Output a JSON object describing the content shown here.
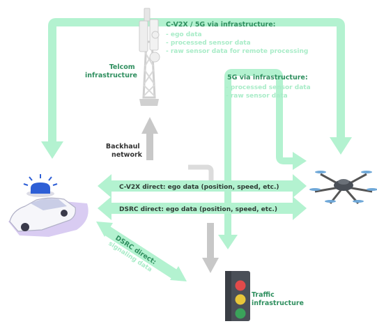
{
  "colors": {
    "arrow_green": "#b3f2d0",
    "arrow_gray": "#c8c8c8",
    "label_green": "#2f8f5f",
    "label_light": "#a9ecc8",
    "label_dark": "#333333",
    "car_shadow": "#d9ccf2",
    "siren": "#2e5fd6"
  },
  "telcom": {
    "label_line1": "Telcom",
    "label_line2": "infrastructure"
  },
  "cv2x_5g": {
    "title": "C-V2X / 5G via infrastructure:",
    "items": [
      "- ego data",
      "- processed sensor data",
      "- raw sensor data for remote processing"
    ]
  },
  "g5_infra": {
    "title": "5G via infrastructure:",
    "items": [
      "- processed sensor data",
      "- raw sensor data"
    ]
  },
  "backhaul": {
    "line1": "Backhaul",
    "line2": "network"
  },
  "cv2x_direct": {
    "label": "C-V2X direct: ego data (position, speed, etc.)"
  },
  "dsrc_direct": {
    "label": "DSRC direct: ego data (position, speed, etc.)"
  },
  "dsrc_signal": {
    "line1": "DSRC direct:",
    "line2": "signaling data"
  },
  "traffic": {
    "label_line1": "Traffic",
    "label_line2": "infrastructure"
  },
  "icons": {
    "telcom": "cell-tower-icon",
    "car": "police-car-icon",
    "drone": "hexacopter-drone-icon",
    "traffic": "traffic-light-icon"
  }
}
